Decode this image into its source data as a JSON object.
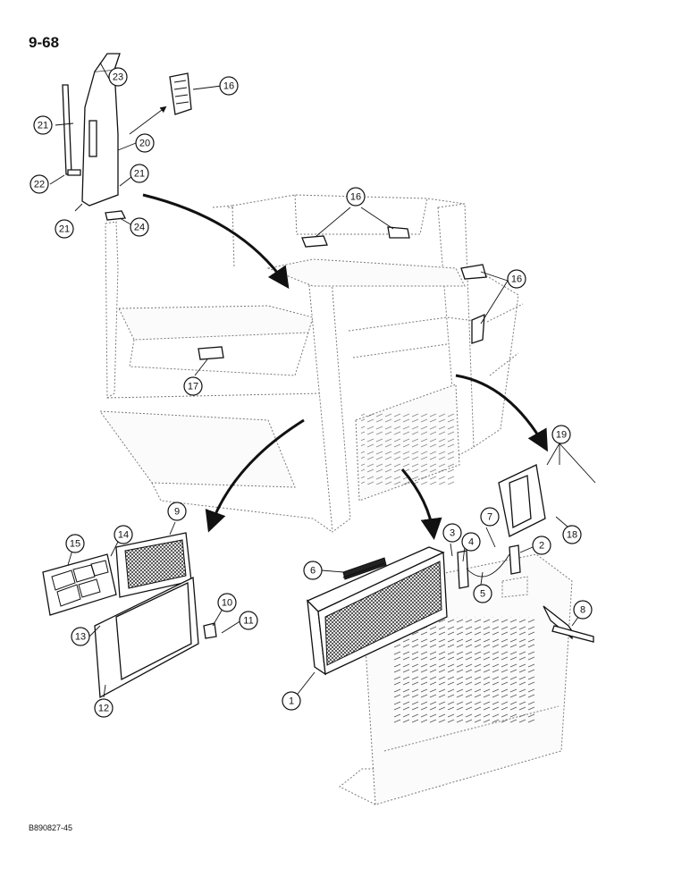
{
  "page_number": "9-68",
  "figure_code": "B890827-45",
  "callouts": [
    "1",
    "2",
    "3",
    "4",
    "5",
    "6",
    "7",
    "8",
    "9",
    "10",
    "11",
    "12",
    "13",
    "14",
    "15",
    "16",
    "17",
    "18",
    "19",
    "20",
    "21",
    "22",
    "23",
    "24"
  ]
}
